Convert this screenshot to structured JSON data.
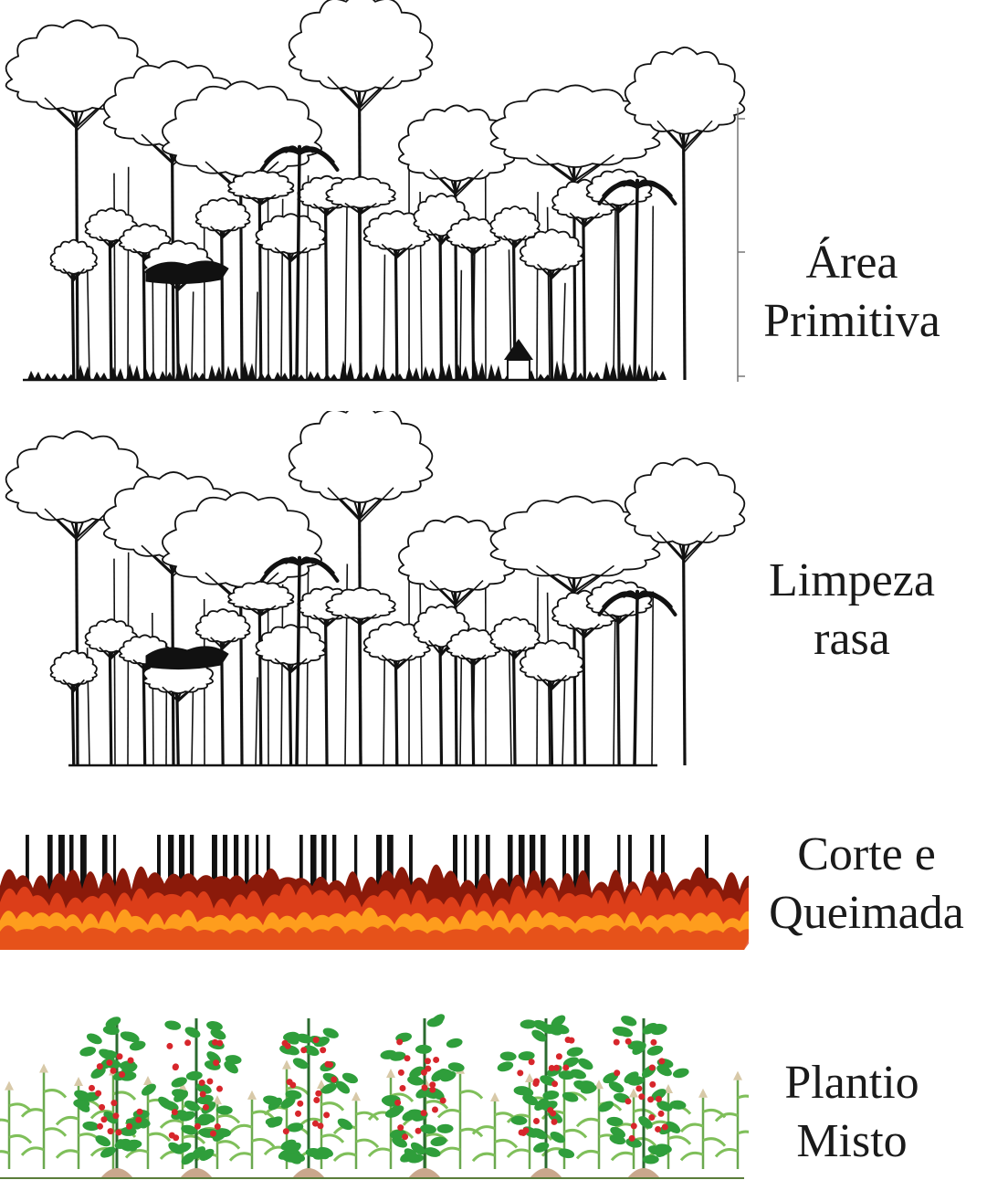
{
  "stages": [
    {
      "id": "primitive",
      "line1": "Área",
      "line2": "Primitiva"
    },
    {
      "id": "clearing",
      "line1": "Limpeza",
      "line2": "rasa"
    },
    {
      "id": "slash_burn",
      "line1": "Corte e",
      "line2": "Queimada"
    },
    {
      "id": "mixed_planting",
      "line1": "Plantio",
      "line2": "Misto"
    }
  ],
  "colors": {
    "ink": "#111111",
    "fire_dark": "#8b1a0a",
    "fire_mid": "#e0401a",
    "fire_light": "#ffa21e",
    "leaf": "#2f9e3b",
    "berry": "#d7262b",
    "soil": "#c9a78c"
  },
  "icons": [
    "tree-canopy-icon",
    "palm-tree-icon",
    "hut-icon",
    "flame-icon",
    "coffee-plant-icon",
    "corn-plant-icon"
  ]
}
